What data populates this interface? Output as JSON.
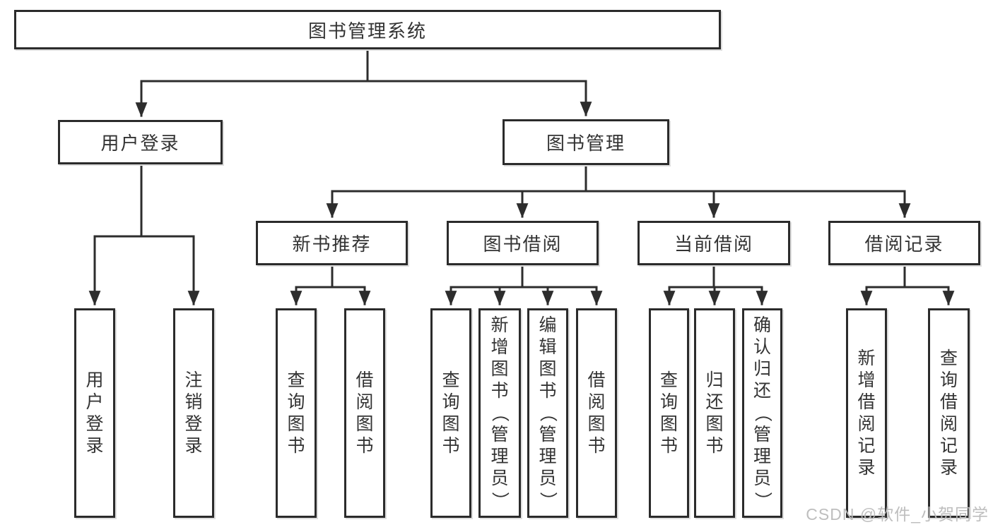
{
  "tree": {
    "root": {
      "label": "图书管理系统",
      "children": [
        {
          "label": "用户登录",
          "children": [
            {
              "label": "用户登录"
            },
            {
              "label": "注销登录"
            }
          ]
        },
        {
          "label": "图书管理",
          "children": [
            {
              "label": "新书推荐",
              "children": [
                {
                  "label": "查询图书"
                },
                {
                  "label": "借阅图书"
                }
              ]
            },
            {
              "label": "图书借阅",
              "children": [
                {
                  "label": "查询图书"
                },
                {
                  "label": "新增图书（管理员）"
                },
                {
                  "label": "编辑图书（管理员）"
                },
                {
                  "label": "借阅图书"
                }
              ]
            },
            {
              "label": "当前借阅",
              "children": [
                {
                  "label": "查询图书"
                },
                {
                  "label": "归还图书"
                },
                {
                  "label": "确认归还（管理员）"
                }
              ]
            },
            {
              "label": "借阅记录",
              "children": [
                {
                  "label": "新增借阅记录"
                },
                {
                  "label": "查询借阅记录"
                }
              ]
            }
          ]
        }
      ]
    }
  },
  "watermark": {
    "text": "CSDN @软件_小贺同学"
  },
  "colors": {
    "line": "#2d2d2d",
    "border": "#2b2b2b",
    "text": "#333333",
    "watermark": "#bababa",
    "background": "#ffffff"
  }
}
